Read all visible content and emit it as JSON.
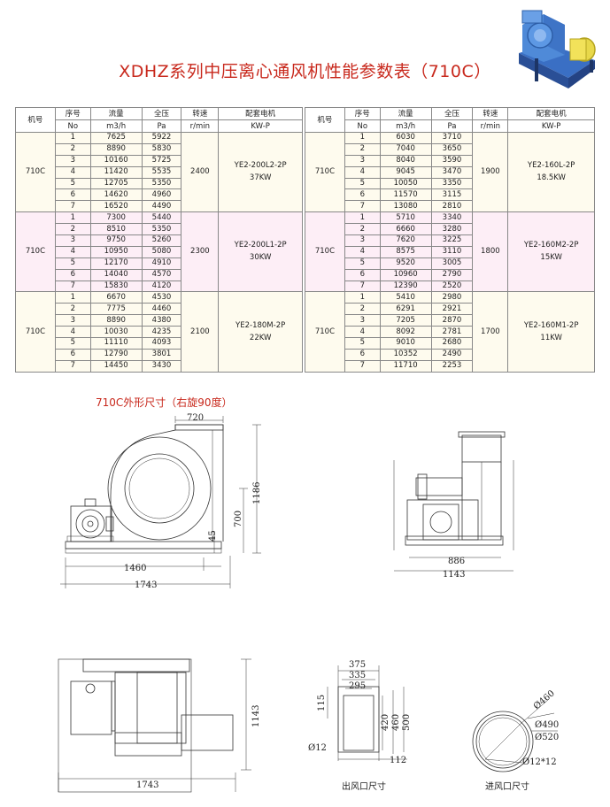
{
  "title": "XDHZ系列中压离心通风机性能参数表（710C）",
  "subtitle": "710C外形尺寸（右旋90度）",
  "headers": [
    "机号 ",
    "序号",
    "流量",
    "全压",
    "转速",
    "配套电机"
  ],
  "headers_sub": [
    "",
    "No",
    "m3/h",
    "Pa",
    "r/min",
    "KW-P"
  ],
  "header_labels": {
    "h0": "机号",
    "h1a": "序号",
    "h1b": "No",
    "h2a": "流量",
    "h2b": "m3/h",
    "h3a": "全压",
    "h3b": "Pa",
    "h4a": "转速",
    "h4b": "r/min",
    "h5a": "配套电机",
    "h5b": "KW-P"
  },
  "left_table": [
    {
      "model": "710C",
      "speed": "2400",
      "motor": "YE2-200L2-2P",
      "power": "37KW",
      "rows": [
        [
          "1",
          "7625",
          "5922"
        ],
        [
          "2",
          "8890",
          "5830"
        ],
        [
          "3",
          "10160",
          "5725"
        ],
        [
          "4",
          "11420",
          "5535"
        ],
        [
          "5",
          "12705",
          "5350"
        ],
        [
          "6",
          "14620",
          "4960"
        ],
        [
          "7",
          "16520",
          "4490"
        ]
      ]
    },
    {
      "model": "710C",
      "speed": "2300",
      "motor": "YE2-200L1-2P",
      "power": "30KW",
      "rows": [
        [
          "1",
          "7300",
          "5440"
        ],
        [
          "2",
          "8510",
          "5350"
        ],
        [
          "3",
          "9750",
          "5260"
        ],
        [
          "4",
          "10950",
          "5080"
        ],
        [
          "5",
          "12170",
          "4910"
        ],
        [
          "6",
          "14040",
          "4570"
        ],
        [
          "7",
          "15830",
          "4120"
        ]
      ]
    },
    {
      "model": "710C",
      "speed": "2100",
      "motor": "YE2-180M-2P",
      "power": "22KW",
      "rows": [
        [
          "1",
          "6670",
          "4530"
        ],
        [
          "2",
          "7775",
          "4460"
        ],
        [
          "3",
          "8890",
          "4380"
        ],
        [
          "4",
          "10030",
          "4235"
        ],
        [
          "5",
          "11110",
          "4093"
        ],
        [
          "6",
          "12790",
          "3801"
        ],
        [
          "7",
          "14450",
          "3430"
        ]
      ]
    }
  ],
  "right_table": [
    {
      "model": "710C",
      "speed": "1900",
      "motor": "YE2-160L-2P",
      "power": "18.5KW",
      "rows": [
        [
          "1",
          "6030",
          "3710"
        ],
        [
          "2",
          "7040",
          "3650"
        ],
        [
          "3",
          "8040",
          "3590"
        ],
        [
          "4",
          "9045",
          "3470"
        ],
        [
          "5",
          "10050",
          "3350"
        ],
        [
          "6",
          "11570",
          "3115"
        ],
        [
          "7",
          "13080",
          "2810"
        ]
      ]
    },
    {
      "model": "710C",
      "speed": "1800",
      "motor": "YE2-160M2-2P",
      "power": "15KW",
      "rows": [
        [
          "1",
          "5710",
          "3340"
        ],
        [
          "2",
          "6660",
          "3280"
        ],
        [
          "3",
          "7620",
          "3225"
        ],
        [
          "4",
          "8575",
          "3110"
        ],
        [
          "5",
          "9520",
          "3005"
        ],
        [
          "6",
          "10960",
          "2790"
        ],
        [
          "7",
          "12390",
          "2520"
        ]
      ]
    },
    {
      "model": "710C",
      "speed": "1700",
      "motor": "YE2-160M1-2P",
      "power": "11KW",
      "rows": [
        [
          "1",
          "5410",
          "2980"
        ],
        [
          "2",
          "6291",
          "2921"
        ],
        [
          "3",
          "7205",
          "2870"
        ],
        [
          "4",
          "8092",
          "2781"
        ],
        [
          "5",
          "9010",
          "2680"
        ],
        [
          "6",
          "10352",
          "2490"
        ],
        [
          "7",
          "11710",
          "2253"
        ]
      ]
    }
  ],
  "dims": {
    "d720": "720",
    "d1186": "1186",
    "d700": "700",
    "d45": "45",
    "d1460": "1460",
    "d1743a": "1743",
    "d886": "886",
    "d1143a": "1143",
    "d1143b": "1143",
    "d1743b": "1743",
    "d375": "375",
    "d335": "335",
    "d295": "295",
    "d115": "115",
    "d420": "420",
    "d460": "460",
    "d500": "500",
    "d112": "112",
    "dphi12": "Ø12",
    "dphi460": "Ø460",
    "dphi490": "Ø490",
    "dphi520": "Ø520",
    "dphi12x12": "Ø12*12"
  },
  "captions": {
    "outlet": "出风口尺寸",
    "inlet": "进风口尺寸"
  }
}
